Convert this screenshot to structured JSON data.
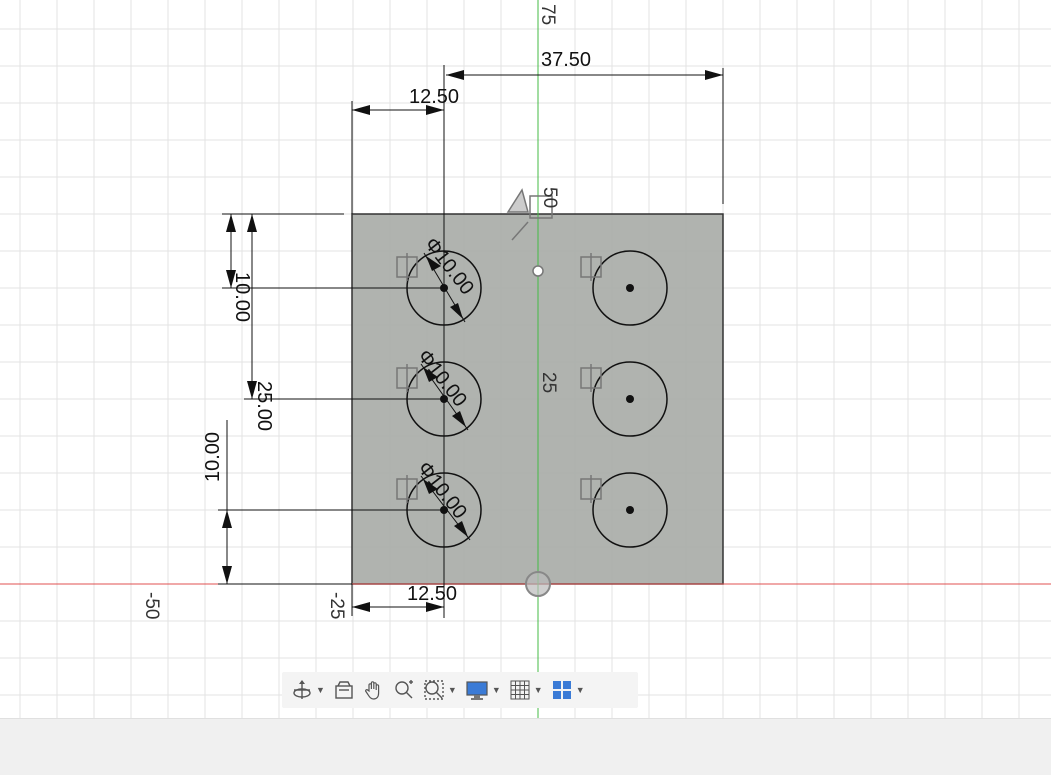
{
  "axis_labels": {
    "top_75": "75",
    "top_50": "50",
    "mid_25": "25",
    "left_neg50": "-50",
    "left_neg25": "-25"
  },
  "dimensions": {
    "width_37_50": "37.50",
    "top_12_50": "12.50",
    "bottom_12_50": "12.50",
    "vert_10_00_top": "10.00",
    "vert_25_00": "25.00",
    "vert_10_00_bottom": "10.00"
  },
  "hole_diameters": {
    "hole_1": "Φ10.00",
    "hole_2": "Φ10.00",
    "hole_3": "Φ10.00"
  },
  "colors": {
    "sketch_fill": "#a9ada8",
    "x_axis": "#e05050",
    "y_axis": "#44bb44",
    "grid": "#e3e3e3",
    "toolbar_accent": "#3b7bd6"
  },
  "toolbar": {
    "items": [
      {
        "name": "orbit-icon"
      },
      {
        "name": "look-at-icon"
      },
      {
        "name": "pan-icon"
      },
      {
        "name": "zoom-icon"
      },
      {
        "name": "fit-window-icon"
      },
      {
        "name": "display-settings-icon"
      },
      {
        "name": "grid-snap-icon"
      },
      {
        "name": "viewports-icon"
      }
    ]
  }
}
